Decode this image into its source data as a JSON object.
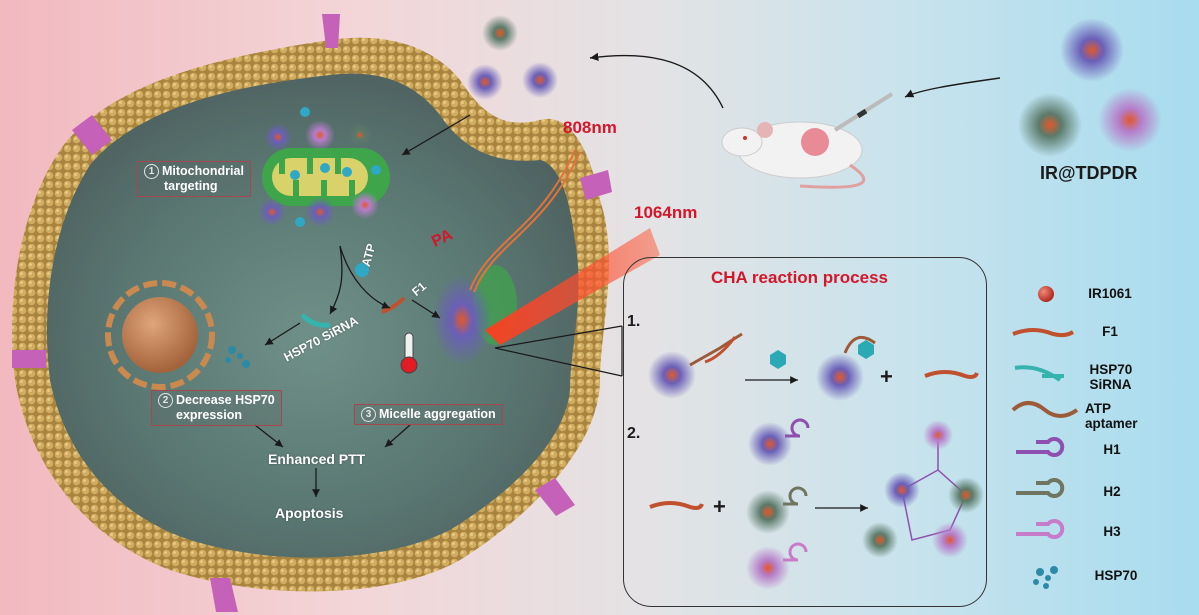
{
  "figure": {
    "product_label": "IR@TDPDR",
    "wavelength_1": "808nm",
    "wavelength_2": "1064nm",
    "pa_label": "PA",
    "cell": {
      "step1": {
        "num": "1",
        "text_line1": "Mitochondrial",
        "text_line2": "targeting"
      },
      "step2": {
        "num": "2",
        "text_line1": "Decrease HSP70",
        "text_line2": "expression"
      },
      "step3": {
        "num": "3",
        "text_line1": "Micelle aggregation"
      },
      "atp_label": "ATP",
      "f1_label": "F1",
      "sirna_label": "HSP70 SiRNA",
      "outcome": "Enhanced PTT",
      "final": "Apoptosis"
    },
    "cha_panel": {
      "title": "CHA reaction process",
      "step1_label": "1.",
      "step2_label": "2.",
      "plus": "+"
    },
    "legend": [
      {
        "icon": "ir1061-sphere-icon",
        "label": "IR1061",
        "color": "#d4473e"
      },
      {
        "icon": "f1-strand-icon",
        "label": "F1",
        "color": "#c0502e"
      },
      {
        "icon": "sirna-duplex-icon",
        "label": "HSP70 SiRNA",
        "color": "#35b3ad"
      },
      {
        "icon": "atp-aptamer-strand-icon",
        "label": "ATP aptamer",
        "color": "#9c5a38"
      },
      {
        "icon": "h1-hairpin-icon",
        "label": "H1",
        "color": "#8e4fae"
      },
      {
        "icon": "h2-hairpin-icon",
        "label": "H2",
        "color": "#6f7560"
      },
      {
        "icon": "h3-hairpin-icon",
        "label": "H3",
        "color": "#c77cc9"
      },
      {
        "icon": "hsp70-protein-icon",
        "label": "HSP70",
        "color": "#2c8aa6"
      }
    ],
    "colors": {
      "membrane": "#c9a45a",
      "cytoplasm": "#5e7d76",
      "channel": "#c561b8",
      "laser": "#ff3b1f",
      "accent_red": "#d3172b"
    }
  }
}
